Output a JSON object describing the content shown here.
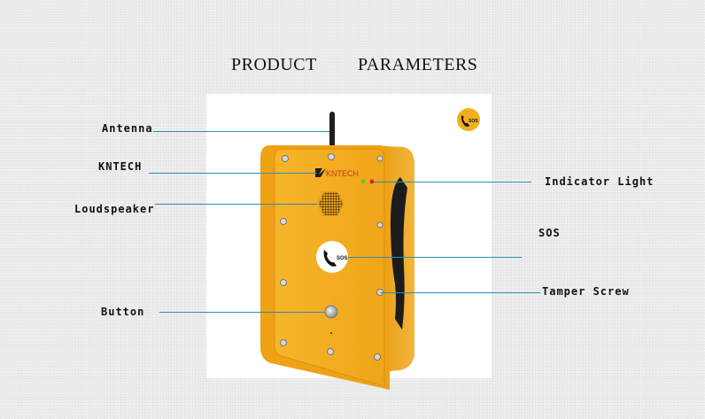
{
  "header": {
    "title_left": "PRODUCT",
    "title_right": "PARAMETERS"
  },
  "product": {
    "brand": "KNTECH",
    "sos_badge": "SOS",
    "sos_button_text": "SOS",
    "body_color": "#f2a81d",
    "callout_line_color": "#2a8fb5"
  },
  "callouts": {
    "antenna": "Antenna",
    "kntech": "KNTECH",
    "loudspeaker": "Loudspeaker",
    "button": "Button",
    "indicator_light": "Indicator Light",
    "sos": "SOS",
    "tamper_screw": "Tamper Screw"
  }
}
